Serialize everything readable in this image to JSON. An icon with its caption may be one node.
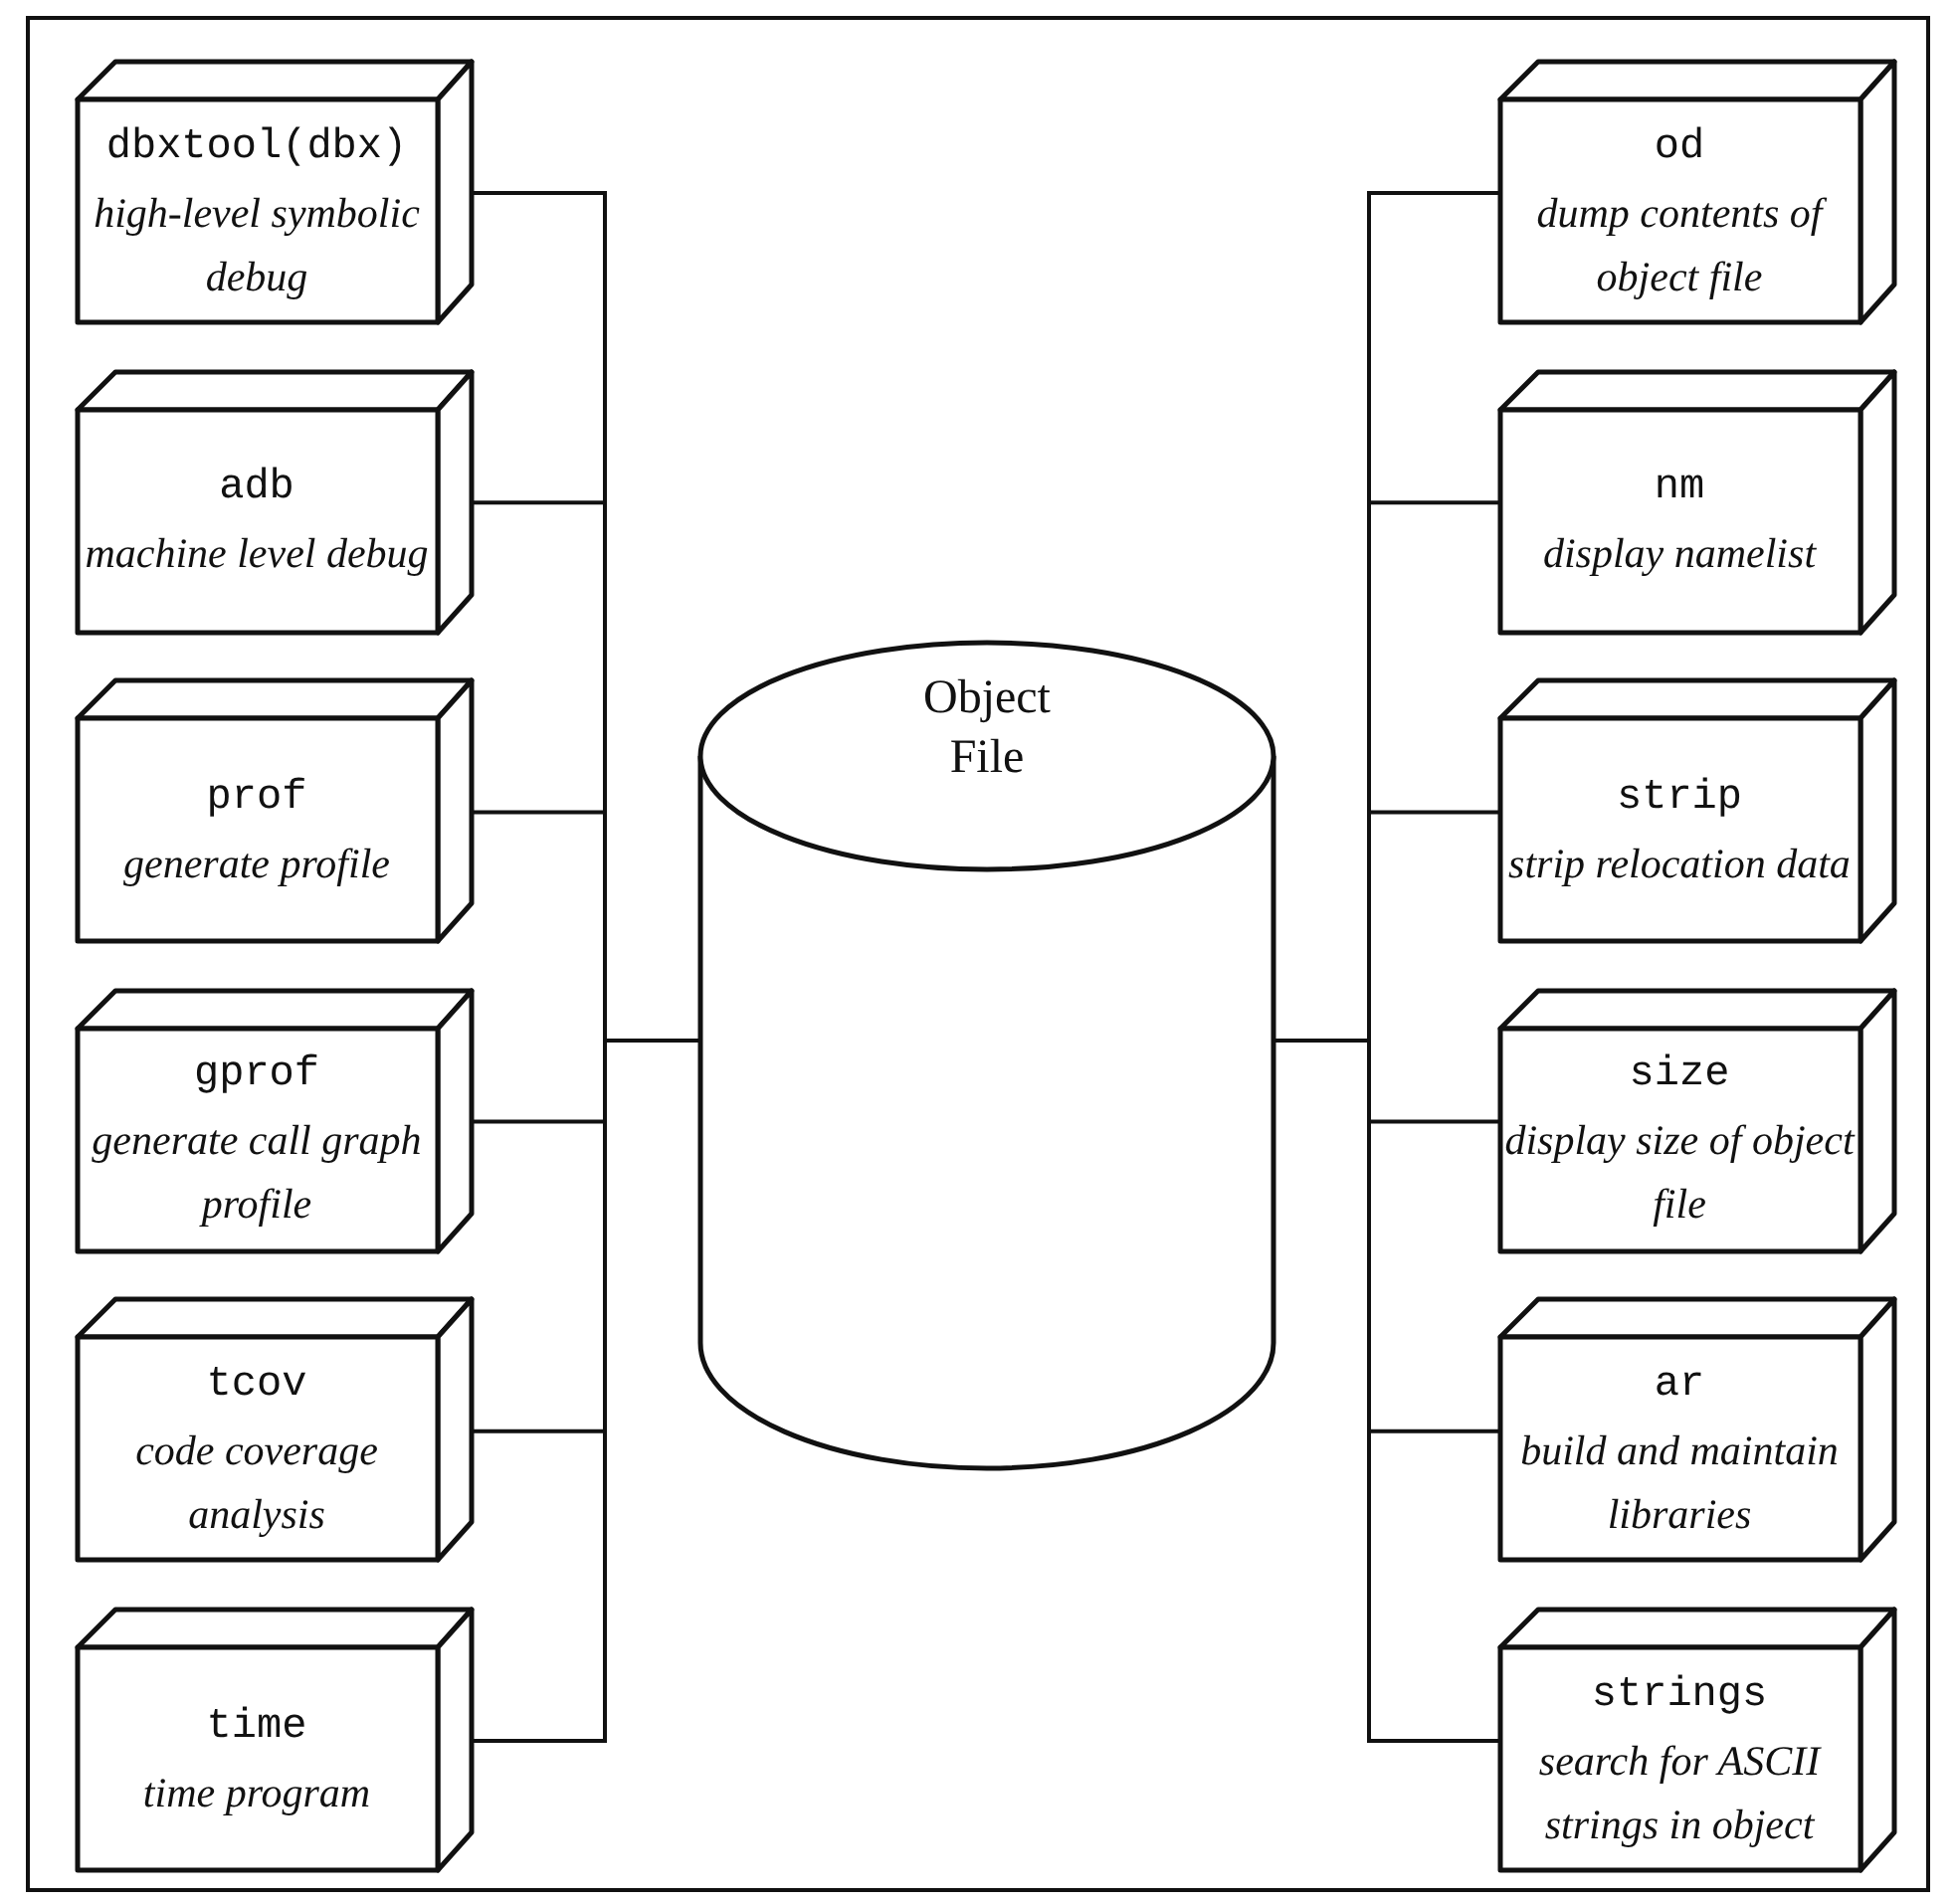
{
  "diagram": {
    "nodes": [
      {
        "text": [
          "dbxtool(dbx)",
          "high-level symbolic debug"
        ]
      },
      {
        "text": [
          "adb",
          "machine level debug"
        ]
      },
      {
        "text": [
          "prof",
          "generate profile"
        ]
      },
      {
        "text": [
          "gprof",
          "generate call graph profile"
        ]
      },
      {
        "text": [
          "tcov",
          "code coverage analysis"
        ]
      },
      {
        "text": [
          "time",
          "time program"
        ]
      },
      {
        "text": [
          "Object File"
        ]
      },
      {
        "text": [
          "od",
          "dump contents of object file"
        ]
      },
      {
        "text": [
          "nm",
          "display namelist"
        ]
      },
      {
        "text": [
          "strip",
          "strip relocation data"
        ]
      },
      {
        "text": [
          "size",
          "display size of object file"
        ]
      },
      {
        "text": [
          "ar",
          "build and maintain libraries"
        ]
      },
      {
        "text": [
          "strings",
          "search for ASCII strings in object"
        ]
      }
    ],
    "edges": [
      {
        "from": 0,
        "to": 6,
        "arrow": "none"
      },
      {
        "from": 1,
        "to": 6,
        "arrow": "none"
      },
      {
        "from": 2,
        "to": 6,
        "arrow": "none"
      },
      {
        "from": 3,
        "to": 6,
        "arrow": "none"
      },
      {
        "from": 4,
        "to": 6,
        "arrow": "none"
      },
      {
        "from": 5,
        "to": 6,
        "arrow": "none"
      },
      {
        "from": 7,
        "to": 6,
        "arrow": "none"
      },
      {
        "from": 8,
        "to": 6,
        "arrow": "none"
      },
      {
        "from": 9,
        "to": 6,
        "arrow": "none"
      },
      {
        "from": 10,
        "to": 6,
        "arrow": "none"
      },
      {
        "from": 11,
        "to": 6,
        "arrow": "none"
      },
      {
        "from": 12,
        "to": 6,
        "arrow": "none"
      }
    ]
  }
}
